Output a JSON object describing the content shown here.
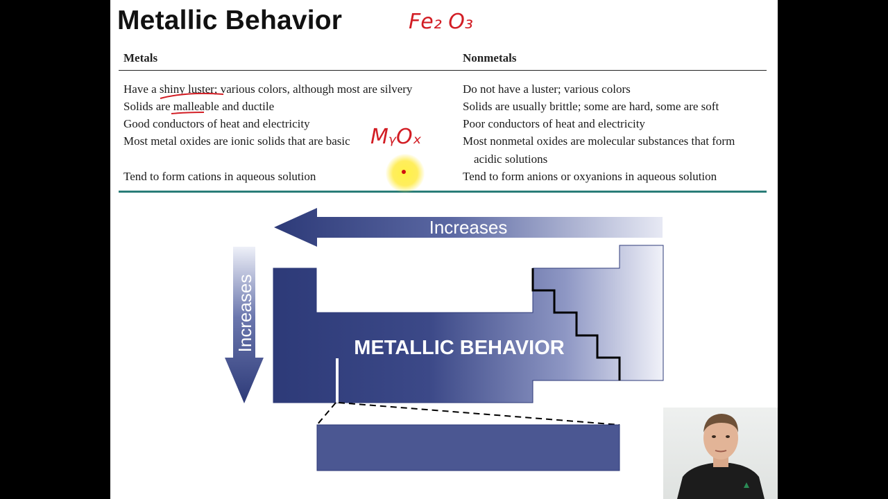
{
  "slide": {
    "title": "Metallic Behavior",
    "annotations": {
      "top": "Fe₂ O₃",
      "oxide": "MᵧOₓ"
    },
    "table": {
      "headers": [
        "Metals",
        "Nonmetals"
      ],
      "rows": [
        [
          "Have a shiny luster; various colors, although most are silvery",
          "Do not have a luster; various colors"
        ],
        [
          "Solids are malleable and ductile",
          "Solids are usually brittle; some are hard, some are soft"
        ],
        [
          "Good conductors of heat and electricity",
          "Poor conductors of heat and electricity"
        ],
        [
          "Most metal oxides are ionic solids that are basic",
          "Most nonmetal oxides are molecular substances that form"
        ],
        [
          "Tend to form cations in aqueous solution",
          "Tend to form anions or oxyanions in aqueous solution"
        ]
      ],
      "continuation": "acidic solutions"
    },
    "diagram": {
      "arrow_horizontal_label": "Increases",
      "arrow_vertical_label": "Increases",
      "center_label": "METALLIC BEHAVIOR"
    }
  },
  "colors": {
    "navy": "#2d3a78",
    "ink": "#d21d24",
    "rule_green": "#2a7d78"
  },
  "icons": [
    "mouse-pointer-highlight"
  ]
}
